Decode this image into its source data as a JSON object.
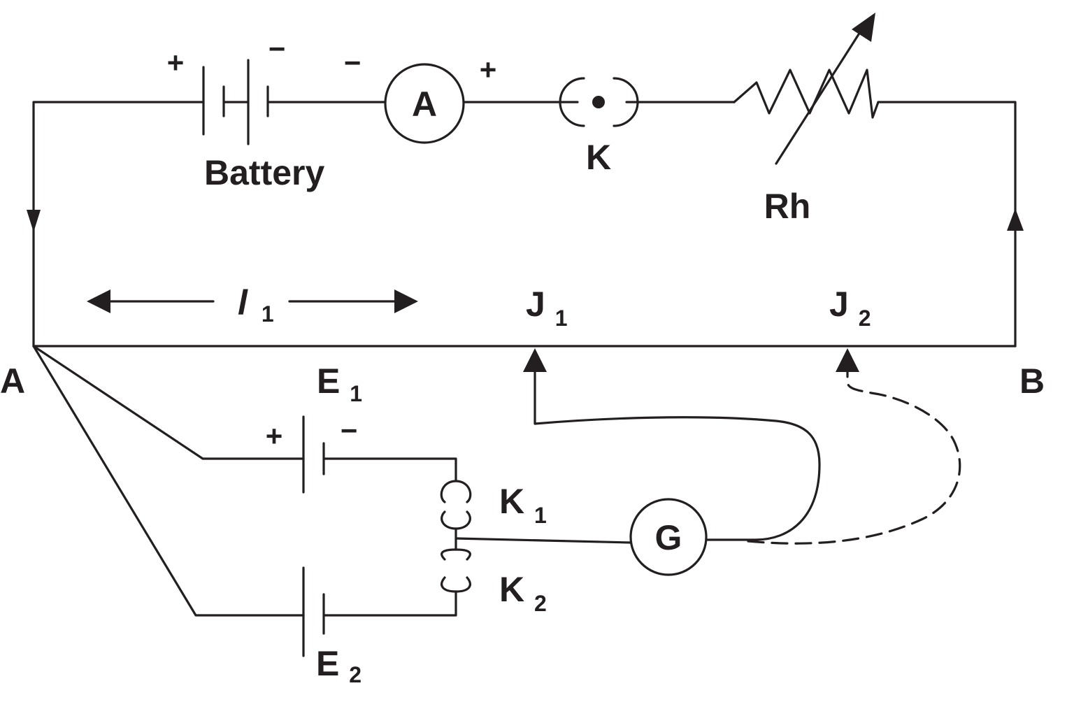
{
  "labels": {
    "battery": "Battery",
    "ammeter": "A",
    "key": "K",
    "rheostat": "Rh",
    "point_a": "A",
    "point_b": "B",
    "length": "l",
    "length_sub": "1",
    "j1": "J",
    "j1_sub": "1",
    "j2": "J",
    "j2_sub": "2",
    "e1": "E",
    "e1_sub": "1",
    "e2": "E",
    "e2_sub": "2",
    "k1": "K",
    "k1_sub": "1",
    "k2": "K",
    "k2_sub": "2",
    "galvanometer": "G"
  },
  "signs": {
    "plus": "+",
    "minus": "−"
  },
  "colors": {
    "ink": "#231f20",
    "background": "#ffffff"
  }
}
